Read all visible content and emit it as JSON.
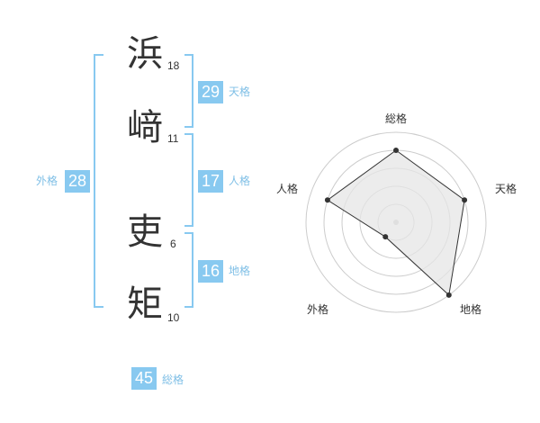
{
  "name": {
    "characters": [
      {
        "char": "浜",
        "strokes": "18"
      },
      {
        "char": "﨑",
        "strokes": "11"
      },
      {
        "char": "吏",
        "strokes": "6"
      },
      {
        "char": "矩",
        "strokes": "10"
      }
    ]
  },
  "fortunes": {
    "tenkaku": {
      "value": "29",
      "label": "天格"
    },
    "jinkaku": {
      "value": "17",
      "label": "人格"
    },
    "chikaku": {
      "value": "16",
      "label": "地格"
    },
    "gaikaku": {
      "value": "28",
      "label": "外格"
    },
    "soukaku": {
      "value": "45",
      "label": "総格"
    }
  },
  "chart_data": {
    "type": "radar",
    "axes": [
      "総格",
      "天格",
      "地格",
      "外格",
      "人格"
    ],
    "levels": 5,
    "values": [
      4,
      4,
      5,
      1,
      4
    ],
    "max": 5,
    "colors": {
      "fill": "#e6e6e6",
      "line": "#333333",
      "grid": "#cccccc",
      "point": "#333333"
    }
  },
  "colors": {
    "accent": "#88c9f0",
    "label": "#7fbfe6",
    "text": "#333333"
  }
}
